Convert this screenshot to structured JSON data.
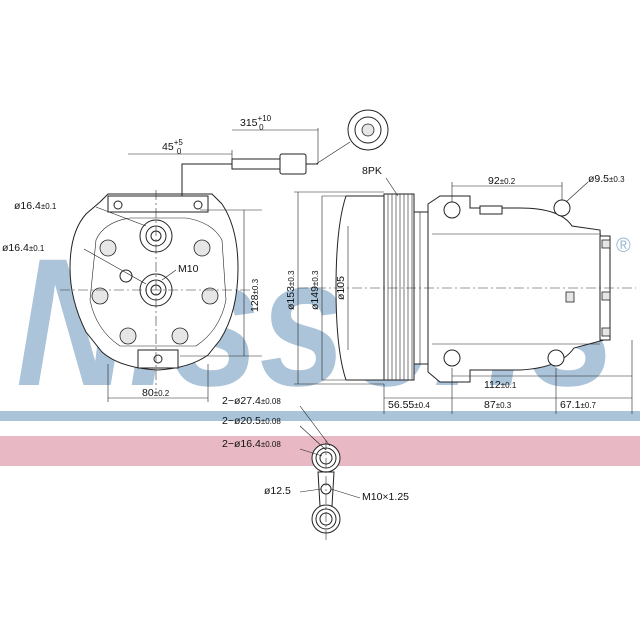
{
  "watermark": {
    "text": "Nissens",
    "registered": "®",
    "color": "#9dbad4"
  },
  "bands": {
    "blue": "#a9c3d8",
    "pink": "#e8b8c4"
  },
  "front_view": {
    "cable_length": {
      "base": "315",
      "sup": "+10",
      "sub": "0"
    },
    "cable_end": {
      "base": "45",
      "sup": "+5",
      "sub": "0"
    },
    "port_upper": {
      "base": "ø16.4",
      "tol": "±0.1"
    },
    "port_lower": {
      "base": "ø16.4",
      "tol": "±0.1"
    },
    "thread": "M10",
    "height": {
      "base": "128",
      "tol": "±0.3"
    },
    "width": {
      "base": "80",
      "tol": "±0.2"
    }
  },
  "side_view": {
    "belt": "8PK",
    "pulley_outer": {
      "base": "ø153",
      "tol": "±0.3"
    },
    "pulley_pitch": {
      "base": "ø149",
      "tol": "±0.3"
    },
    "hub": "ø105",
    "mount_spacing": {
      "base": "92",
      "tol": "±0.2"
    },
    "mount_hole": {
      "base": "ø9.5",
      "tol": "±0.3"
    },
    "mount_offset": {
      "base": "112",
      "tol": "±0.1"
    },
    "len_pulley": {
      "base": "56.55",
      "tol": "±0.4"
    },
    "len_body": {
      "base": "87",
      "tol": "±0.3"
    },
    "len_rear": {
      "base": "67.1",
      "tol": "±0.7"
    }
  },
  "fitting": {
    "d1": {
      "base": "2−ø27.4",
      "tol": "±0.08"
    },
    "d2": {
      "base": "2−ø20.5",
      "tol": "±0.08"
    },
    "d3": {
      "base": "2−ø16.4",
      "tol": "±0.08"
    },
    "center_hole": "ø12.5",
    "bolt": "M10×1.25"
  }
}
